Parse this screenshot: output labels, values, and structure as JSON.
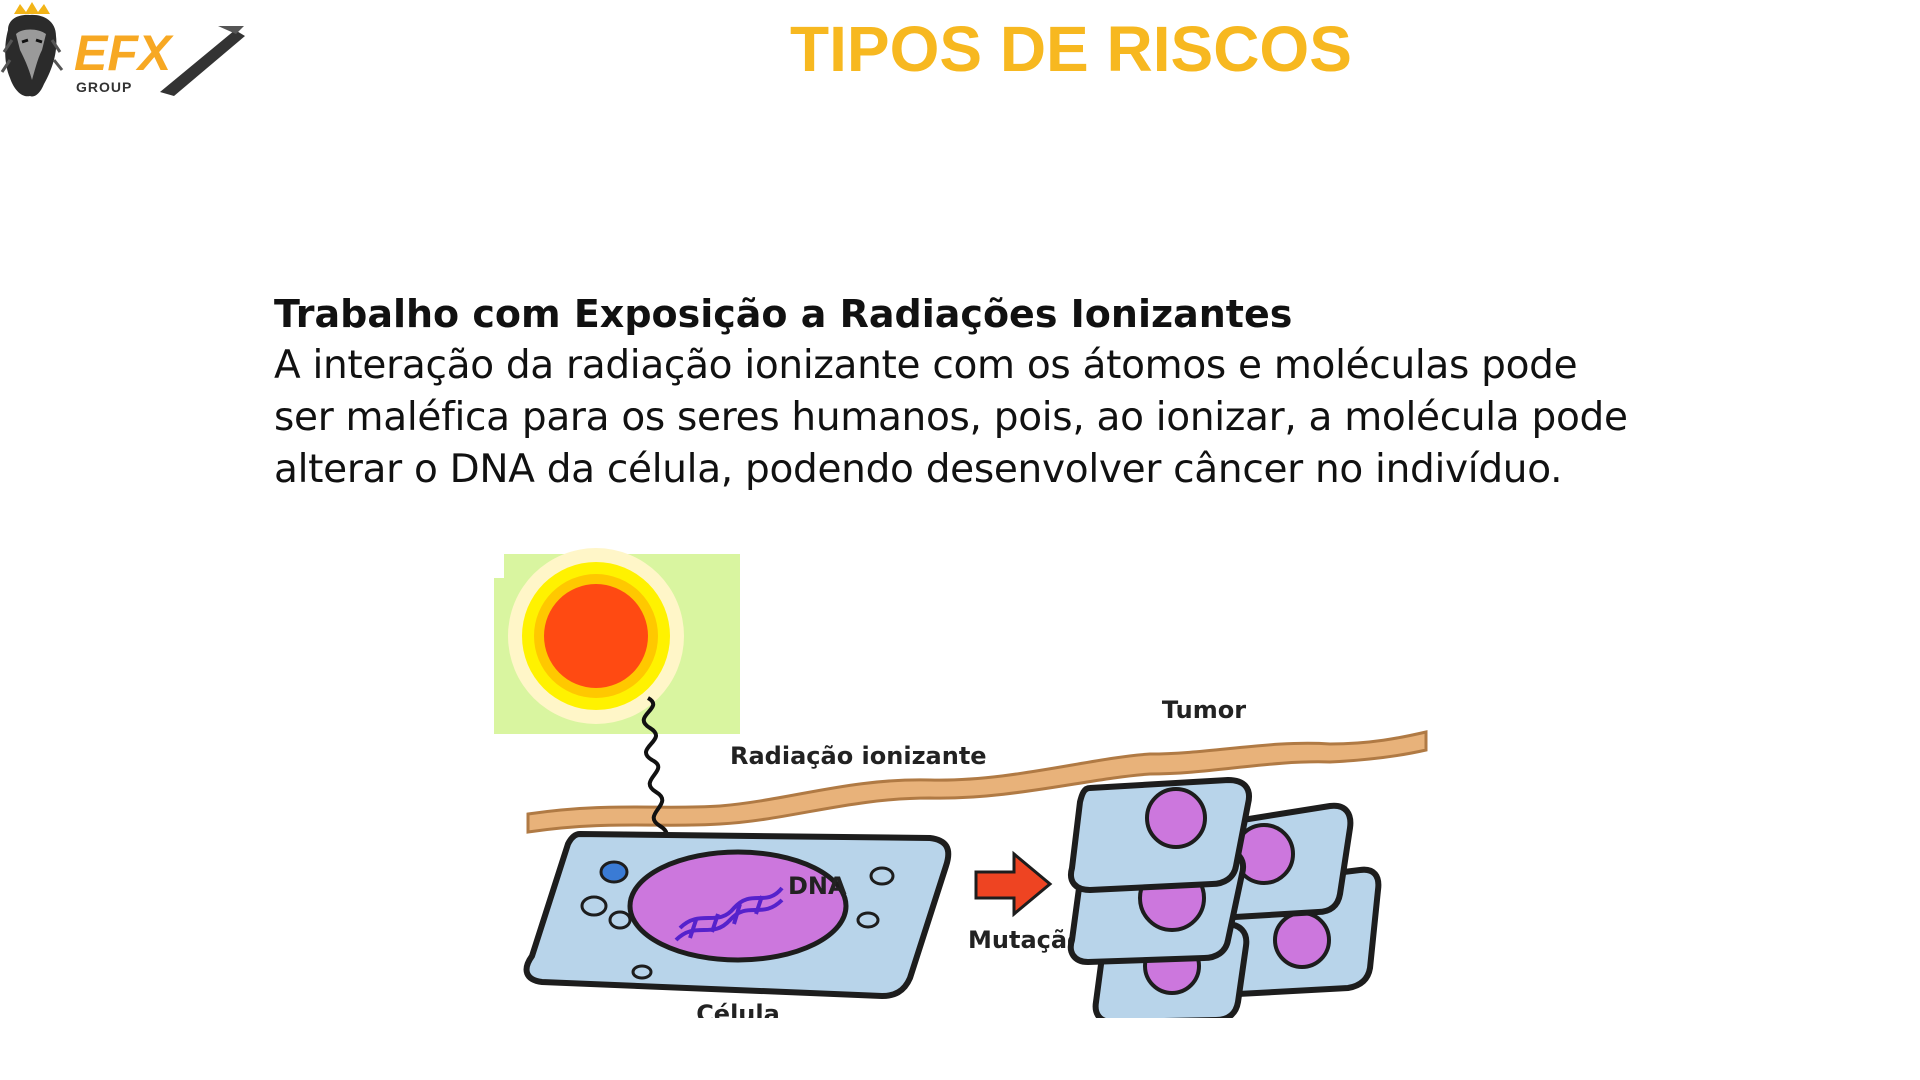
{
  "logo": {
    "brand": "EFX",
    "sub": "GROUP",
    "icon": "lion-crown-icon",
    "brand_color": "#f7a823"
  },
  "header": {
    "title": "TIPOS DE RISCOS",
    "title_color": "#f7b820"
  },
  "content": {
    "subtitle": "Trabalho com Exposição a Radiações Ionizantes",
    "paragraph_lines": [
      "A interação da radiação ionizante com os átomos e moléculas pode",
      "ser maléfica para os seres humanos, pois, ao ionizar, a molécula pode",
      "alterar o DNA da célula, podendo desenvolver câncer no indivíduo."
    ]
  },
  "illustration": {
    "labels": {
      "radiation": "Radiação ionizante",
      "dna": "DNA",
      "cell": "Célula",
      "mutation": "Mutação",
      "tumor": "Tumor"
    },
    "colors": {
      "source_bg": "#d9f5a0",
      "sun_core": "#ff4a12",
      "sun_ring": "#fff200",
      "membrane": "#e8b27a",
      "cell_body": "#b8d4ea",
      "nucleus": "#cc77dd",
      "arrow": "#ee4422"
    }
  }
}
